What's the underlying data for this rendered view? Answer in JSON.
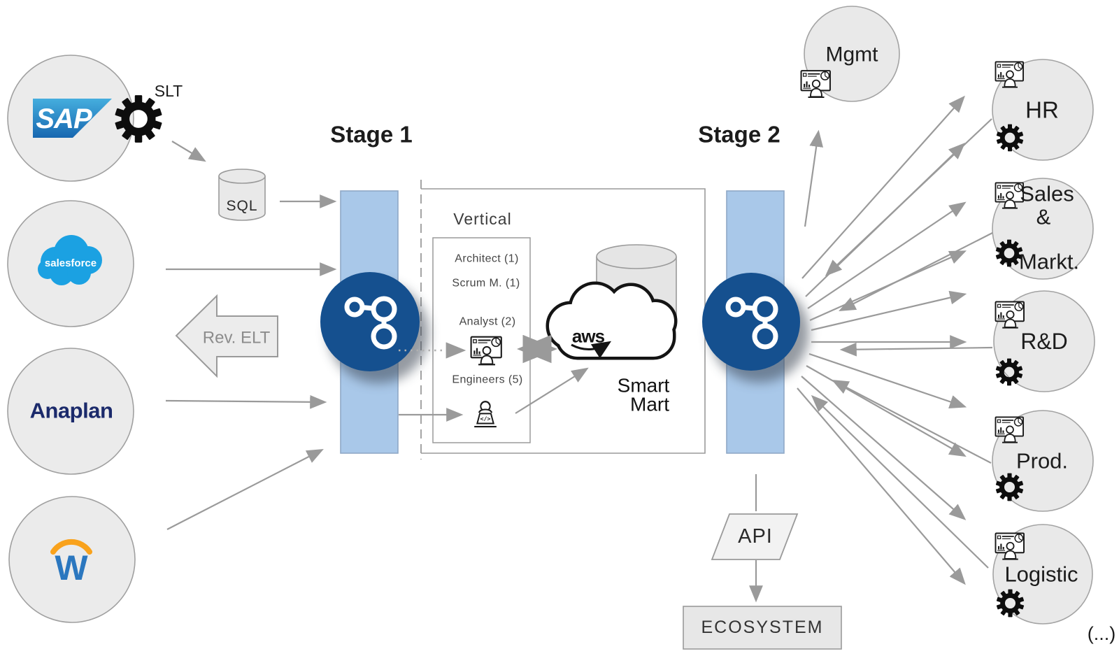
{
  "colors": {
    "kafka_blue": "#15508f",
    "stage_bar_blue": "#a9c8e9",
    "circle_fill": "#ebebeb",
    "line_gray": "#9a9a9a",
    "sap_blue_top": "#45aede",
    "sap_blue_bottom": "#1767b0",
    "salesforce_blue": "#1ba1e2",
    "anaplan_navy": "#1b2a6b",
    "workday_blue": "#2b77bf",
    "workday_orange": "#f9a21c",
    "icon_black": "#141414"
  },
  "sources": {
    "sap": {
      "label": "SAP",
      "connector": "SLT"
    },
    "salesforce": {
      "label": "salesforce"
    },
    "anaplan": {
      "label": "Anaplan"
    },
    "workday": {
      "label": "W"
    }
  },
  "staging": {
    "sql_label": "SQL",
    "stage1_label": "Stage 1",
    "stage2_label": "Stage 2",
    "rev_elt_label": "Rev. ELT"
  },
  "vertical": {
    "title": "Vertical",
    "roles": [
      "Architect (1)",
      "Scrum M. (1)",
      "Analyst (2)",
      "Engineers (5)"
    ],
    "engineer_glyph": "</>"
  },
  "cloud": {
    "aws_label": "aws",
    "smart_mart_lines": [
      "Smart",
      "Mart"
    ]
  },
  "consumers": {
    "mgmt": "Mgmt",
    "hr": "HR",
    "sales_lines": [
      "Sales",
      "&",
      "Markt."
    ],
    "rnd": "R&D",
    "prod": "Prod.",
    "logistic": "Logistic",
    "more": "(...)"
  },
  "delivery": {
    "api": "API",
    "ecosystem": "ECOSYSTEM"
  },
  "icons": {
    "gear": "gear-icon",
    "analyst": "analyst-dashboard-icon",
    "engineer": "developer-laptop-icon",
    "kafka": "kafka-icon",
    "aws_cloud": "aws-cloud-icon",
    "database": "database-cylinder-icon"
  }
}
